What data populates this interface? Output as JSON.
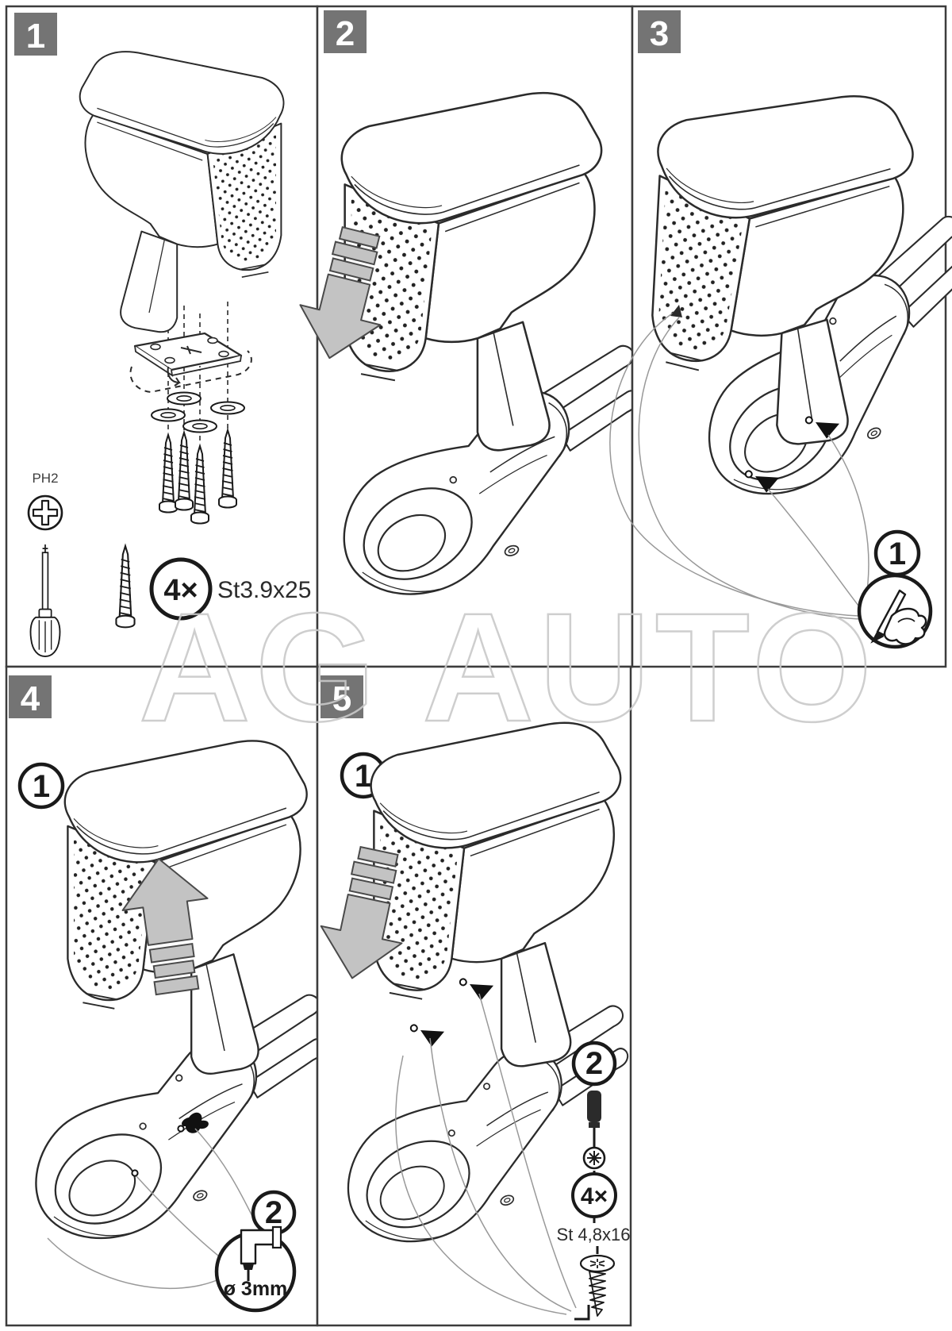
{
  "document": {
    "type": "armrest-installation-instructions",
    "watermark": "AG AUTO"
  },
  "colors": {
    "badge_bg": "#747474",
    "badge_text": "#ffffff",
    "line_art": "#2b2b2b",
    "arrow_fill": "#c3c3c3",
    "arrow_stroke": "#4a4a4a",
    "watermark_stroke": "#c9c9c9",
    "leader_line": "#999999",
    "panel_border": "#3c3c3c"
  },
  "panels": {
    "p1": {
      "badge": "1",
      "bit_label": "PH2",
      "qty_label": "4×",
      "screw_label": "St3.9x25"
    },
    "p2": {
      "badge": "2"
    },
    "p3": {
      "badge": "3",
      "step1": "1"
    },
    "p4": {
      "badge": "4",
      "step1": "1",
      "step2": "2",
      "drill_label": "ø 3mm"
    },
    "p5": {
      "badge": "5",
      "step1": "1",
      "step2": "2",
      "qty_label": "4×",
      "screw_label": "St 4,8x16"
    }
  }
}
